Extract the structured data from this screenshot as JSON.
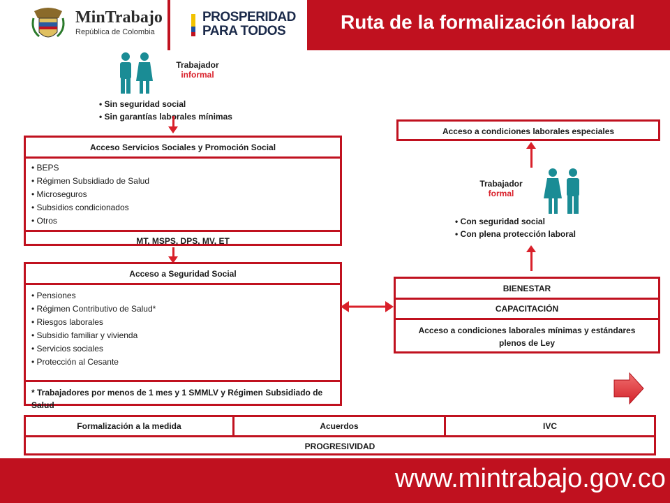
{
  "header": {
    "org_name": "MinTrabajo",
    "org_sub": "República de Colombia",
    "slogan_line1": "PROSPERIDAD",
    "slogan_line2": "PARA TODOS",
    "title": "Ruta de la formalización laboral"
  },
  "informal": {
    "label1": "Trabajador",
    "label2": "informal",
    "bullets": [
      "Sin seguridad social",
      "Sin garantías laborales mínimas"
    ]
  },
  "social_services": {
    "title": "Acceso Servicios Sociales y Promoción Social",
    "items": [
      "BEPS",
      "Régimen Subsidiado de Salud",
      "Microseguros",
      "Subsidios condicionados",
      "Otros"
    ],
    "footer": "MT, MSPS, DPS, MV, ET"
  },
  "social_security": {
    "title": "Acceso a Seguridad Social",
    "items": [
      "Pensiones",
      "Régimen Contributivo de Salud*",
      "Riesgos laborales",
      "Subsidio familiar y vivienda",
      "Servicios sociales",
      "Protección al Cesante"
    ],
    "note": "* Trabajadores por menos de 1 mes y 1 SMMLV y Régimen Subsidiado de Salud"
  },
  "formal": {
    "label1": "Trabajador",
    "label2": "formal",
    "bullets": [
      "Con seguridad social",
      "Con plena protección laboral"
    ]
  },
  "special": {
    "title": "Acceso a condiciones laborales especiales"
  },
  "right_stack": {
    "bienestar": "BIENESTAR",
    "capacitacion": "CAPACITACIÓN",
    "minimum": "Acceso a condiciones laborales mínimas y estándares plenos de Ley"
  },
  "bottom": {
    "cells": [
      "Formalización a la medida",
      "Acuerdos",
      "IVC"
    ],
    "progressive": "PROGRESIVIDAD"
  },
  "footer": {
    "url": "www.mintrabajo.gov.co"
  },
  "colors": {
    "brand_red": "#c0111f",
    "accent_red": "#d9202a",
    "person_teal": "#1a8c95"
  }
}
